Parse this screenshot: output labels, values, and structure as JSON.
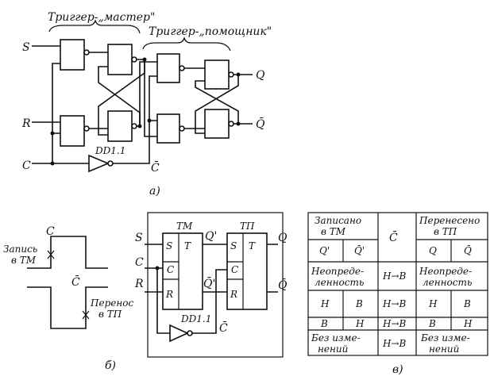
{
  "a": {
    "title_master": "Триггер-„мастер\"",
    "title_helper": "Триггер-„помощник\"",
    "in_s": "S",
    "in_r": "R",
    "in_c": "C",
    "out_q": "Q",
    "out_qbar": "Q̄",
    "inv_name": "DD1.1",
    "cbar": "C̄",
    "caption": "а)"
  },
  "b": {
    "c_top": "C",
    "write_1": "Запись",
    "write_2": "в ТМ",
    "cbar": "C̄",
    "trans_1": "Перенос",
    "trans_2": "в ТП",
    "caption": "б)"
  },
  "block": {
    "tm": "ТМ",
    "tp": "ТП",
    "in_s": "S",
    "in_c": "C",
    "in_r": "R",
    "tm_s": "S",
    "tm_t": "T",
    "tm_c": "C",
    "tm_r": "R",
    "tp_s": "S",
    "tp_t": "T",
    "tp_c": "C",
    "tp_r": "R",
    "qprime": "Q'",
    "qprime_bar": "Q̄'",
    "out_q": "Q",
    "out_qbar": "Q̄",
    "inv_name": "DD1.1",
    "cbar": "C̄"
  },
  "table": {
    "h_written_1": "Записано",
    "h_written_2": "в ТМ",
    "h_cbar": "C̄",
    "h_transferred_1": "Перенесено",
    "h_transferred_2": "в ТП",
    "sub": [
      "Q'",
      "Q̄'",
      "Q",
      "Q̄"
    ],
    "rows": [
      {
        "left_1": "Неопреде-",
        "left_2": "ленность",
        "mid": "Н→В",
        "right_1": "Неопреде-",
        "right_2": "ленность"
      },
      {
        "c1": "Н",
        "c2": "В",
        "mid": "Н→В",
        "c3": "Н",
        "c4": "В"
      },
      {
        "c1": "В",
        "c2": "Н",
        "mid": "Н→В",
        "c3": "В",
        "c4": "Н"
      },
      {
        "left_1": "Без изме-",
        "left_2": "нений",
        "mid": "Н→В",
        "right_1": "Без изме-",
        "right_2": "нений"
      }
    ],
    "caption": "в)"
  }
}
